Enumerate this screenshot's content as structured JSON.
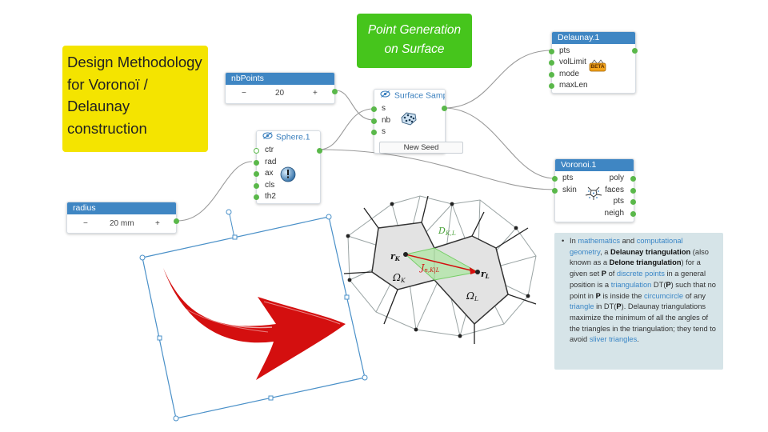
{
  "notes": {
    "title_note": "Design Methodology for Voronoï / Delaunay construction",
    "section_note_line1": "Point Generation",
    "section_note_line2": "on Surface"
  },
  "nodes": {
    "nbpoints": {
      "title": "nbPoints",
      "minus": "−",
      "value": "20",
      "plus": "+"
    },
    "radius": {
      "title": "radius",
      "minus": "−",
      "value": "20 mm",
      "plus": "+"
    },
    "sphere": {
      "title": "Sphere.1",
      "inputs": [
        "ctr",
        "rad",
        "ax",
        "cls",
        "th2"
      ]
    },
    "surface_sampler": {
      "title": "Surface Samp",
      "inputs": [
        "s",
        "nb",
        "s"
      ],
      "button": "New Seed"
    },
    "delaunay": {
      "title": "Delaunay.1",
      "inputs": [
        "pts",
        "volLimit",
        "mode",
        "maxLen"
      ],
      "badge": "BETA"
    },
    "voronoi": {
      "title": "Voronoi.1",
      "inputs": [
        "pts",
        "skin"
      ],
      "outputs": [
        "poly",
        "faces",
        "pts",
        "neigh"
      ]
    }
  },
  "diagram": {
    "label_dkl": "D",
    "label_dkl_sub": "K,L",
    "label_rk": "r",
    "label_rk_sub": "K",
    "label_rl": "r",
    "label_rl_sub": "L",
    "label_jn": "J",
    "label_jn_sub": "n,K|L",
    "label_omk": "Ω",
    "label_omk_sub": "K",
    "label_oml": "Ω",
    "label_oml_sub": "L"
  },
  "wiki": {
    "t1": "In ",
    "l1": "mathematics",
    "t2": " and ",
    "l2": "computational geometry",
    "t3": ", a ",
    "b1": "Delaunay triangulation",
    "t4": " (also known as a ",
    "b2": "Delone triangulation",
    "t5": ") for a given set ",
    "b3": "P",
    "t6": " of ",
    "l3": "discrete points",
    "t7": " in a general position is a ",
    "l4": "triangulation",
    "t8": " DT(",
    "b4": "P",
    "t9": ") such that no point in ",
    "b5": "P",
    "t10": " is inside the ",
    "l5": "circumcircle",
    "t11": " of any ",
    "l6": "triangle",
    "t12": " in DT(",
    "b6": "P",
    "t13": "). Delaunay triangulations maximize the minimum of all the angles of the triangles in the triangulation; they tend to avoid ",
    "l7": "sliver triangles",
    "t14": "."
  },
  "colors": {
    "node_header": "#3f86c3",
    "port": "#5ab84a",
    "yellow_note": "#f4e400",
    "green_note": "#46c51c",
    "wiki_bg": "#d6e4e8",
    "arrow_red": "#d40f0f"
  }
}
